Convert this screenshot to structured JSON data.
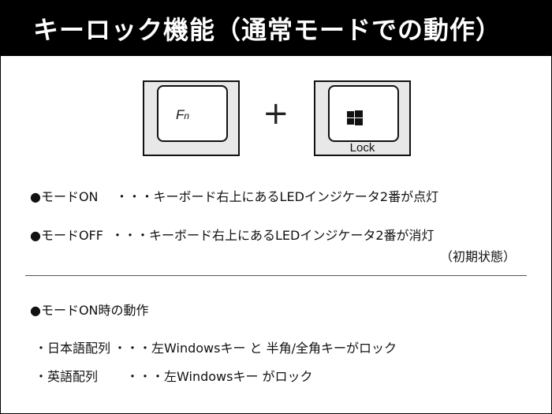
{
  "title": "キーロック機能（通常モードでの動作）",
  "keys": {
    "fn": {
      "main": "F",
      "sub": "n"
    },
    "plus": "+",
    "win": {
      "icon": "windows-logo-icon",
      "label": "Lock"
    }
  },
  "modes": [
    {
      "label": "●モードON",
      "separator": "・・・",
      "desc": "キーボード右上にあるLEDインジケータ2番が点灯"
    },
    {
      "label": "●モードOFF",
      "separator": "・・・",
      "desc": "キーボード右上にあるLEDインジケータ2番が消灯",
      "note": "（初期状態）"
    }
  ],
  "behavior": {
    "heading": "●モードON時の動作",
    "items": [
      {
        "bullet": "・",
        "layout": "日本語配列",
        "separator": "・・・",
        "desc": "左Windowsキー と 半角/全角キーがロック"
      },
      {
        "bullet": "・",
        "layout": "英語配列",
        "separator": "・・・",
        "desc": "左Windowsキー がロック"
      }
    ]
  },
  "colors": {
    "title_bg": "#000000",
    "title_fg": "#ffffff",
    "key_outer": "#e8e8e8"
  }
}
